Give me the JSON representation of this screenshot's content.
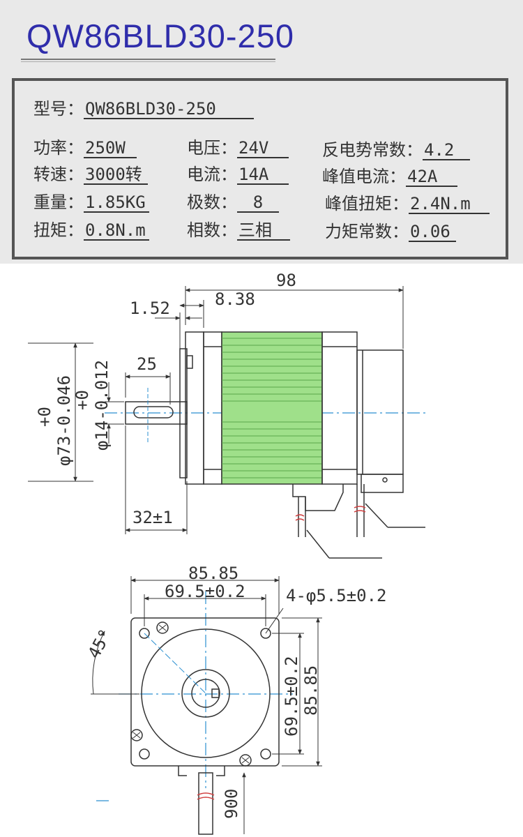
{
  "header": {
    "title": "QW86BLD30-250"
  },
  "specs": {
    "model_label": "型号：",
    "model_value": "QW86BLD30-250",
    "power_label": "功率：",
    "power_value": "250W",
    "voltage_label": "电压：",
    "voltage_value": "24V",
    "bemf_label": "反电势常数：",
    "bemf_value": "4.2",
    "speed_label": "转速：",
    "speed_value": "3000转",
    "current_label": "电流：",
    "current_value": "14A",
    "peak_current_label": "峰值电流：",
    "peak_current_value": "42A",
    "weight_label": "重量：",
    "weight_value": "1.85KG",
    "poles_label": "极数：",
    "poles_value": "8",
    "peak_torque_label": "峰值扭矩：",
    "peak_torque_value": "2.4N.m",
    "torque_label": "扭矩：",
    "torque_value": "0.8N.m",
    "phase_label": "相数：",
    "phase_value": "三相",
    "torque_const_label": "力矩常数：",
    "torque_const_value": "0.06"
  },
  "side_view": {
    "overall_length": "98",
    "flange_thickness": "1.52",
    "boss_length": "8.38",
    "shaft_key_length": "25",
    "shaft_length": "32±1",
    "pilot_tol_upper": "+0",
    "pilot_dia": "φ73-0.046",
    "shaft_tol_upper": "+0",
    "shaft_dia": "φ14-0.012"
  },
  "front_view": {
    "flange_width": "85.85",
    "hole_spacing_h": "69.5±0.2",
    "mount_holes": "4-φ5.5±0.2",
    "hole_spacing_v": "69.5±0.2",
    "flange_height": "85.85",
    "angle": "45°",
    "lead_length": "900"
  },
  "colors": {
    "title": "#2f2dab",
    "stator": "#9fe08a",
    "line": "#333333",
    "centerline": "#2a8fd0"
  }
}
